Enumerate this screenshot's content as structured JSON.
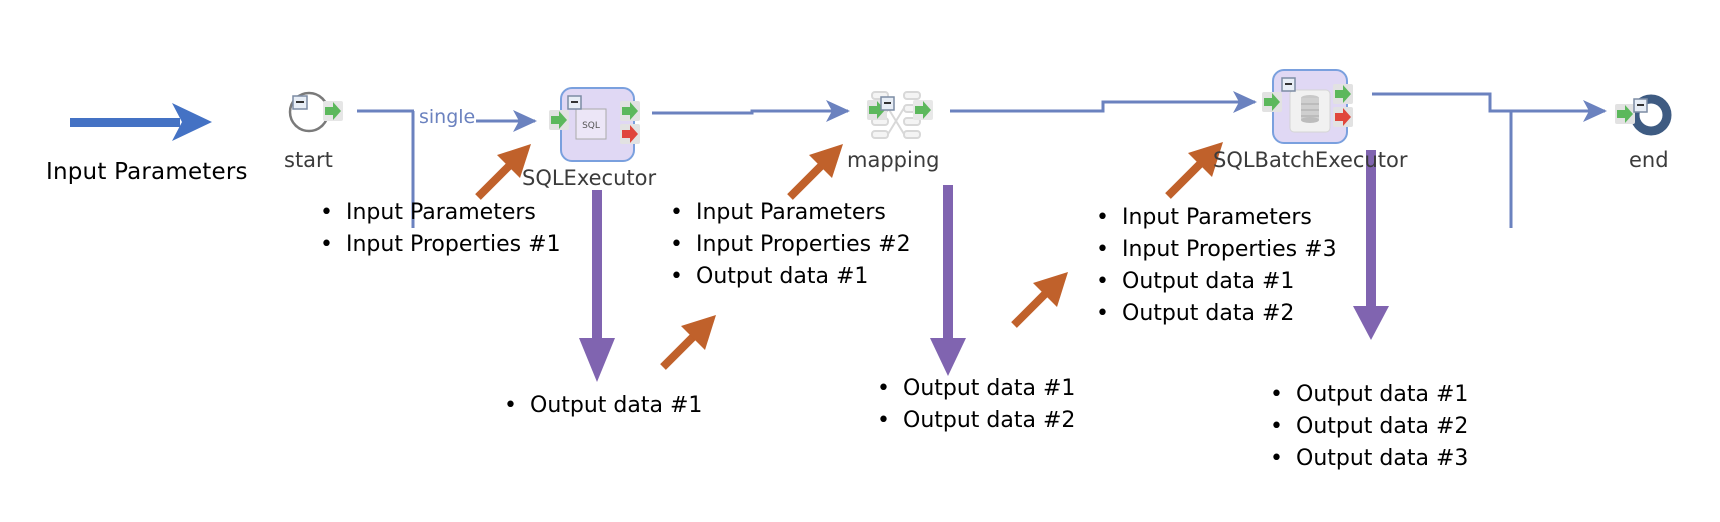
{
  "diagram": {
    "input_label": "Input Parameters",
    "edge_label": "single",
    "colors": {
      "flow_line": "#6b82bf",
      "input_arrow": "#4472c4",
      "dataflow_arrow": "#c0612b",
      "output_arrow": "#8064b0",
      "node_fill": "#e0d8f4",
      "node_border": "#7aa0de",
      "port_green": "#5cb85c",
      "port_red": "#e0463c",
      "end_ring": "#3e5b82"
    },
    "nodes": [
      {
        "id": "start",
        "label": "start",
        "type": "start"
      },
      {
        "id": "sqlexecutor",
        "label": "SQLExecutor",
        "type": "sql-executor",
        "icon_text": "SQL"
      },
      {
        "id": "mapping",
        "label": "mapping",
        "type": "mapping"
      },
      {
        "id": "sqlbatchexecutor",
        "label": "SQLBatchExecutor",
        "type": "sql-batch-executor"
      },
      {
        "id": "end",
        "label": "end",
        "type": "end"
      }
    ],
    "input_lists": [
      {
        "target": "sqlexecutor",
        "items": [
          "Input Parameters",
          "Input Properties #1"
        ]
      },
      {
        "target": "mapping",
        "items": [
          "Input Parameters",
          "Input Properties #2",
          "Output data #1"
        ]
      },
      {
        "target": "sqlbatchexecutor",
        "items": [
          "Input Parameters",
          "Input Properties #3",
          "Output data #1",
          "Output data #2"
        ]
      }
    ],
    "output_lists": [
      {
        "source": "sqlexecutor",
        "items": [
          "Output data #1"
        ]
      },
      {
        "source": "mapping",
        "items": [
          "Output data #1",
          "Output data #2"
        ]
      },
      {
        "source": "sqlbatchexecutor",
        "items": [
          "Output data #1",
          "Output data #2",
          "Output data #3"
        ]
      }
    ]
  }
}
